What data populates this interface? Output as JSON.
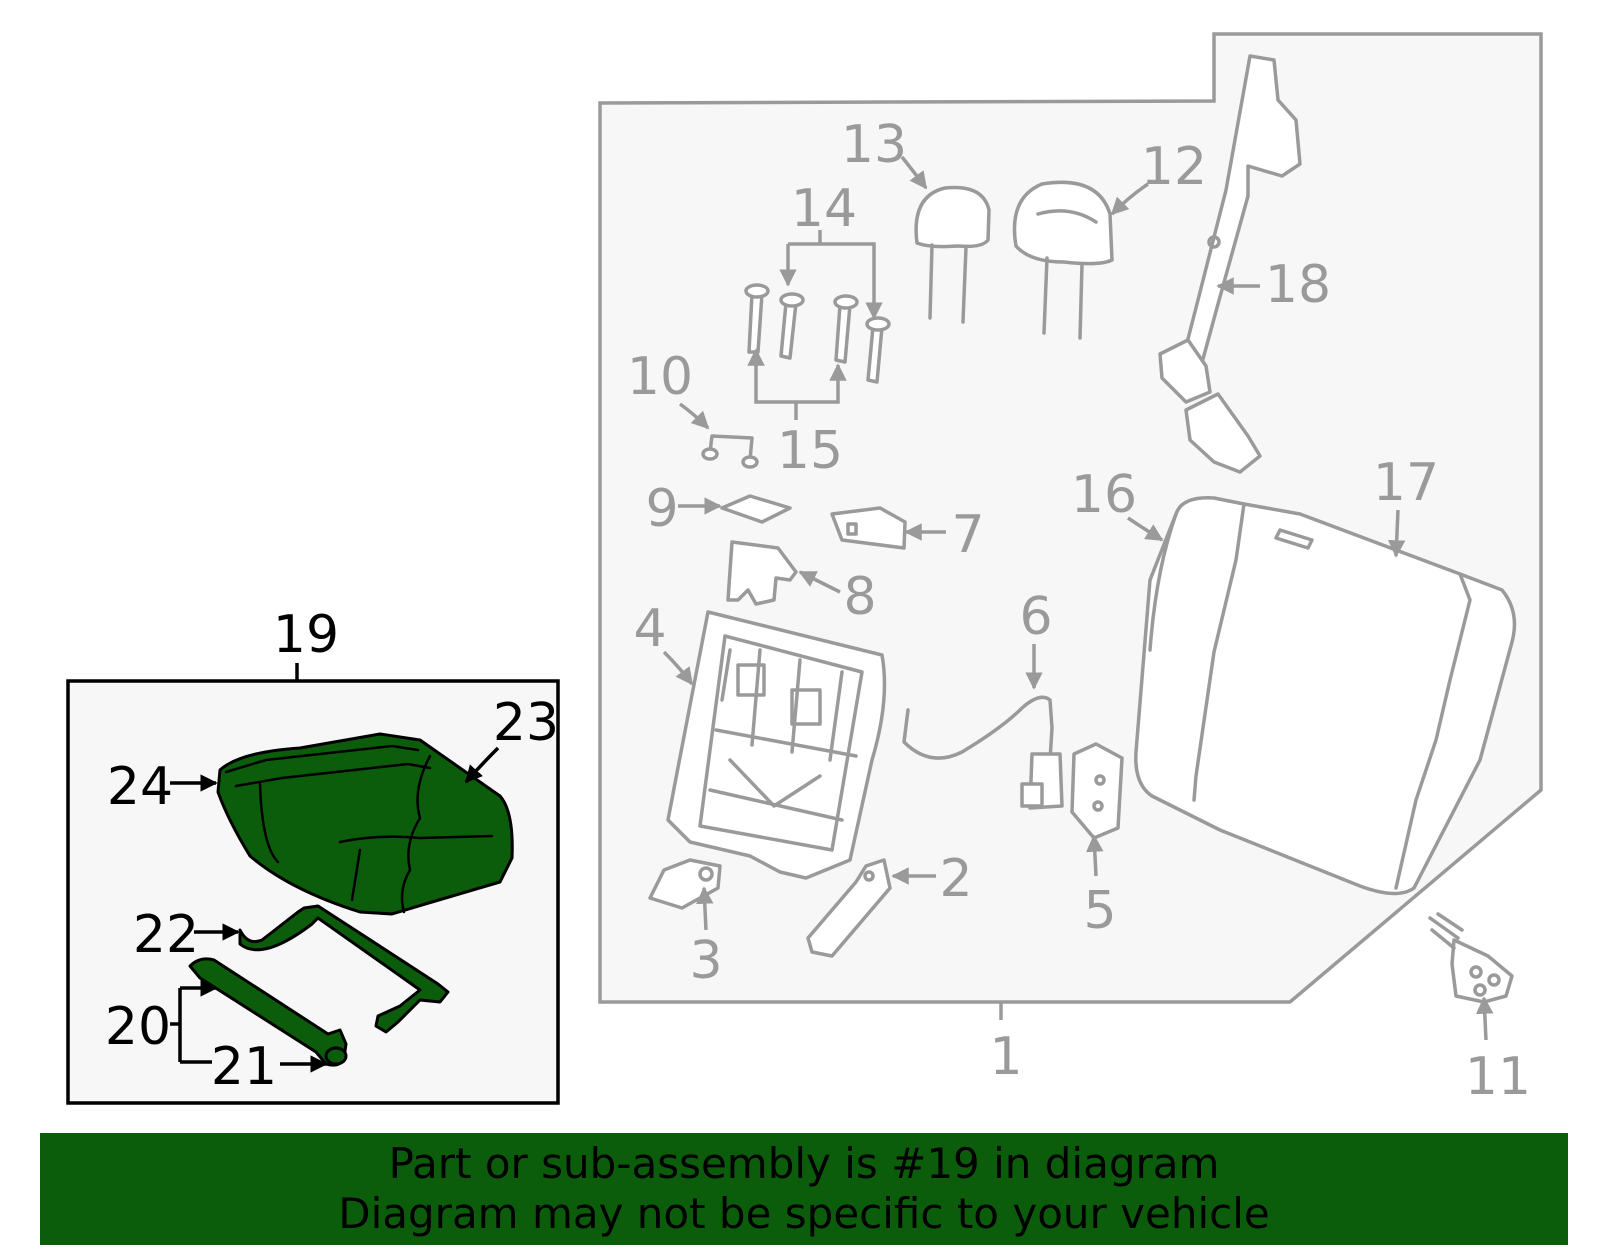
{
  "colors": {
    "highlight_green": "#0b5d0b",
    "grey_lines": "#9a9a9a",
    "panel_fill": "#f7f7f7"
  },
  "callouts": {
    "c1": "1",
    "c2": "2",
    "c3": "3",
    "c4": "4",
    "c5": "5",
    "c6": "6",
    "c7": "7",
    "c8": "8",
    "c9": "9",
    "c10": "10",
    "c11": "11",
    "c12": "12",
    "c13": "13",
    "c14": "14",
    "c15": "15",
    "c16": "16",
    "c17": "17",
    "c18": "18",
    "c19": "19",
    "c20": "20",
    "c21": "21",
    "c22": "22",
    "c23": "23",
    "c24": "24"
  },
  "footer": {
    "line1": "Part or sub-assembly is #19 in diagram",
    "line2": "Diagram may not be specific to your vehicle"
  }
}
